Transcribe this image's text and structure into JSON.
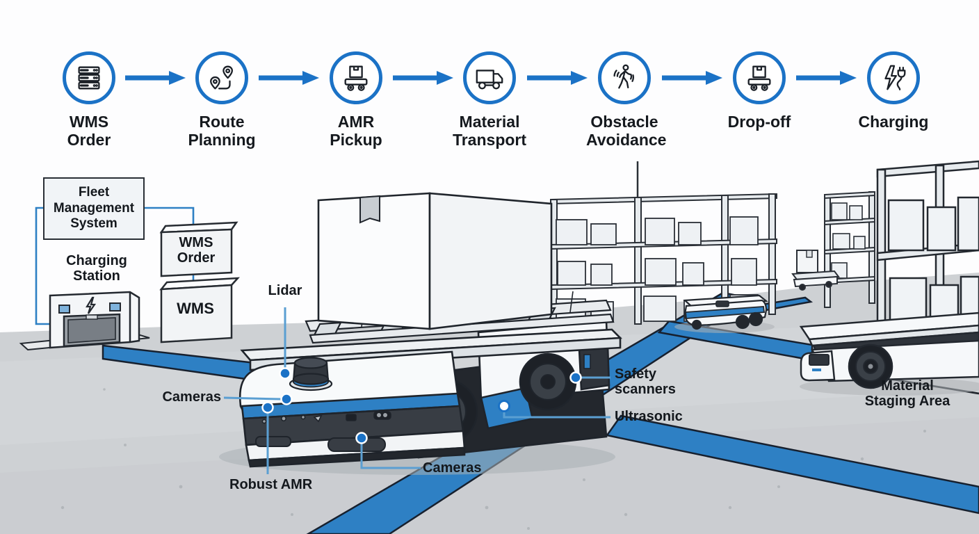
{
  "flow": {
    "steps": [
      {
        "label": "WMS Order",
        "icon": "server-icon"
      },
      {
        "label": "Route Planning",
        "icon": "route-planning-icon"
      },
      {
        "label": "AMR Pickup",
        "icon": "amr-cart-icon"
      },
      {
        "label": "Material Transport",
        "icon": "truck-icon"
      },
      {
        "label": "Obstacle Avoidance",
        "icon": "pedestrian-icon"
      },
      {
        "label": "Drop-off",
        "icon": "dropoff-cart-icon"
      },
      {
        "label": "Charging",
        "icon": "charging-bolt-plug-icon"
      }
    ]
  },
  "scene": {
    "fleet_management_system": "Fleet Management System",
    "charging_station": "Charging Station",
    "wms_order_box": "WMS Order",
    "wms_box": "WMS",
    "callouts": {
      "lidar": "Lidar",
      "cameras_front": "Cameras",
      "robust_amr": "Robust AMR",
      "cameras_lower": "Cameras",
      "safety_scanners": "Safety scanners",
      "ultrasonic": "Ultrasonic",
      "material_staging_area": "Material Staging Area"
    }
  },
  "colors": {
    "accent": "#1b72c6",
    "path_blue": "#2e80c4",
    "floor": "#ced1d4",
    "outline": "#1f242b",
    "text": "#14181d"
  }
}
